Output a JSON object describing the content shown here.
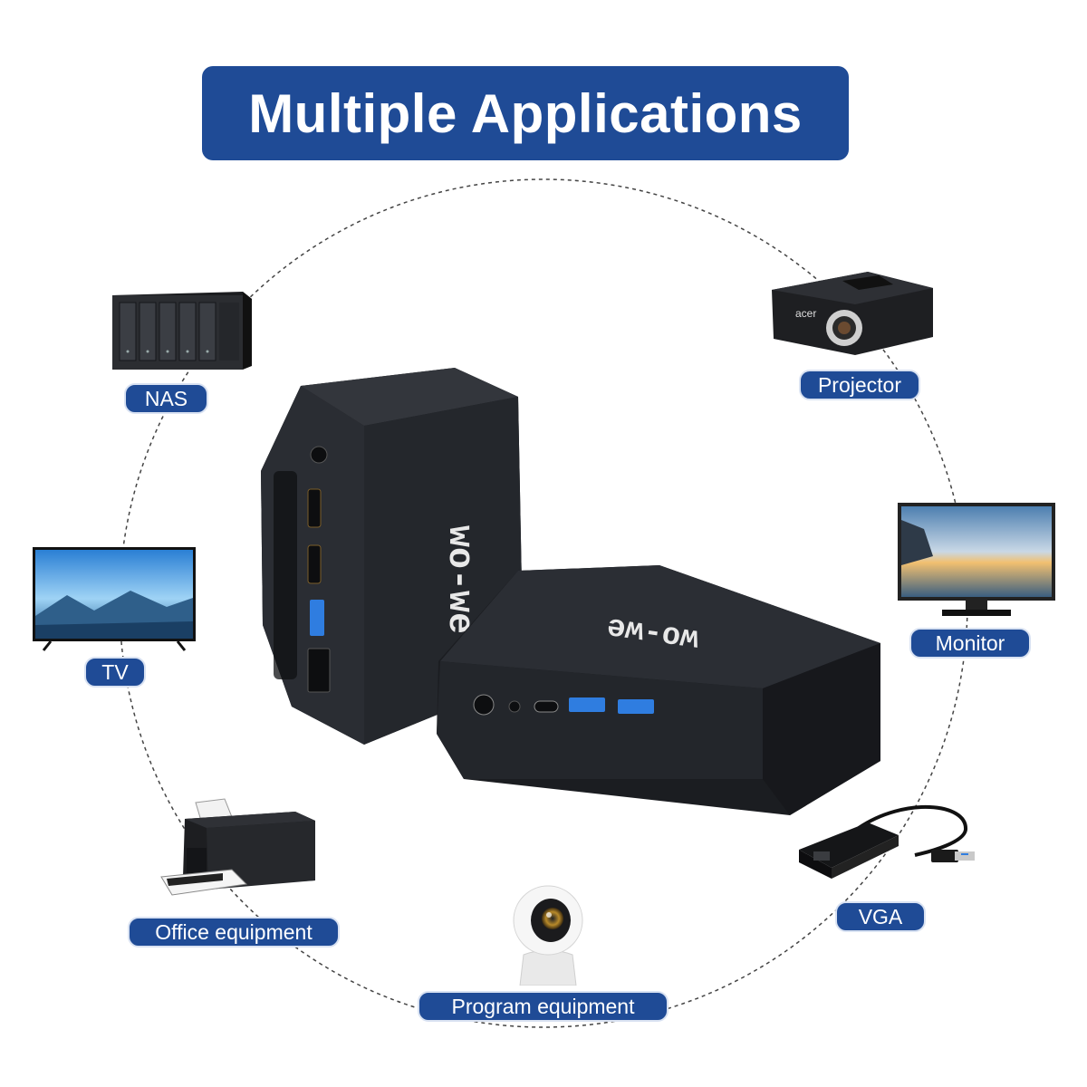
{
  "title": "Multiple Applications",
  "brand": "wo-we",
  "labels": {
    "nas": "NAS",
    "projector": "Projector",
    "tv": "TV",
    "monitor": "Monitor",
    "office": "Office equipment",
    "vga": "VGA",
    "program": "Program equipment"
  },
  "projector_brand": "acer",
  "colors": {
    "accent": "#1f4b96",
    "device_body": "#2a2d33",
    "usb_blue": "#2f7de0"
  },
  "icons": [
    "nas-icon",
    "projector-icon",
    "tv-icon",
    "monitor-icon",
    "printer-icon",
    "vga-adapter-icon",
    "security-camera-icon",
    "mini-pc-icon"
  ]
}
